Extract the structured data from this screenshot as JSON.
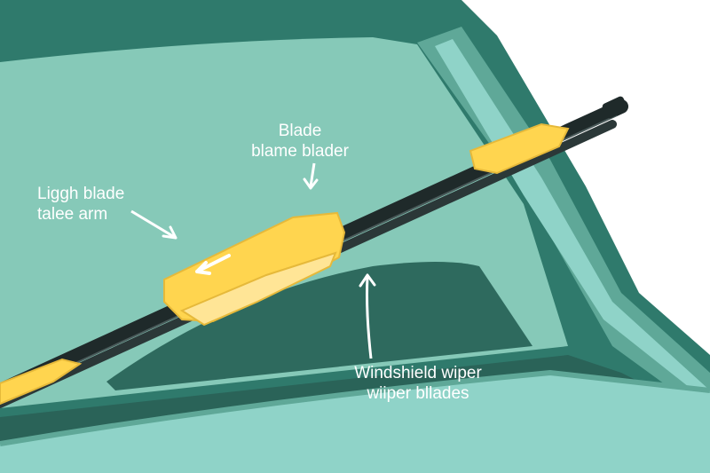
{
  "callouts": {
    "arm": {
      "line1": "Liggh blade",
      "line2": "talee arm"
    },
    "blade": {
      "line1": "Blade",
      "line2": "blame blader"
    },
    "wiper": {
      "line1": "Windshield wiper",
      "line2": "wiiper bllades"
    }
  },
  "colors": {
    "background": "#ffffff",
    "car_body": "#2f7a6c",
    "car_body_light": "#8fd3c8",
    "glass": "#86c9b8",
    "glass_dark": "#2e6a5e",
    "blade": "#1f2a2a",
    "clip": "#ffd54f",
    "clip_light": "#ffe596",
    "label_text": "#ffffff"
  }
}
